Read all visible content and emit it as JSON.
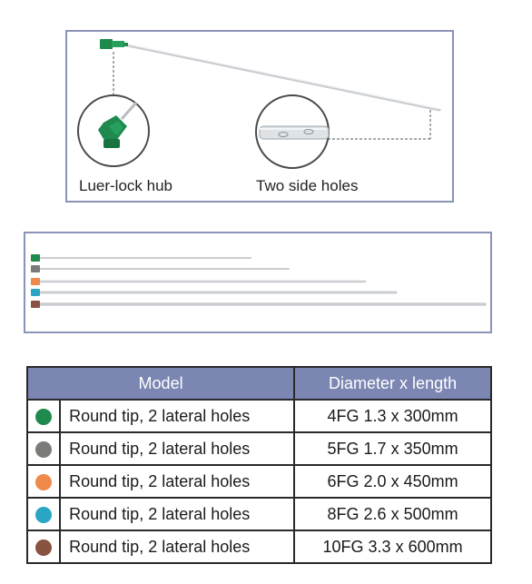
{
  "figure_top": {
    "labels": {
      "hub": "Luer-lock hub",
      "holes": "Two side holes"
    }
  },
  "table": {
    "headers": {
      "model": "Model",
      "dimension": "Diameter x length"
    },
    "rows": [
      {
        "color": "#1e8a4e",
        "model": "Round tip, 2 lateral holes",
        "dimension": "4FG 1.3 x 300mm"
      },
      {
        "color": "#7a7a78",
        "model": "Round tip, 2 lateral holes",
        "dimension": "5FG 1.7 x 350mm"
      },
      {
        "color": "#ee8a4a",
        "model": "Round tip, 2 lateral holes",
        "dimension": "6FG 2.0 x 450mm"
      },
      {
        "color": "#2aa6c4",
        "model": "Round tip, 2 lateral holes",
        "dimension": "8FG 2.6 x 500mm"
      },
      {
        "color": "#8a5240",
        "model": "Round tip, 2 lateral holes",
        "dimension": "10FG 3.3 x 600mm"
      }
    ]
  },
  "colors": {
    "panel_border": "#8a93b8",
    "header_bg": "#7b86b2",
    "hub_green": "#1e8a4e"
  },
  "icons": {
    "hub_detail": "luer-lock-hub-closeup-icon",
    "holes_detail": "side-holes-closeup-icon"
  }
}
